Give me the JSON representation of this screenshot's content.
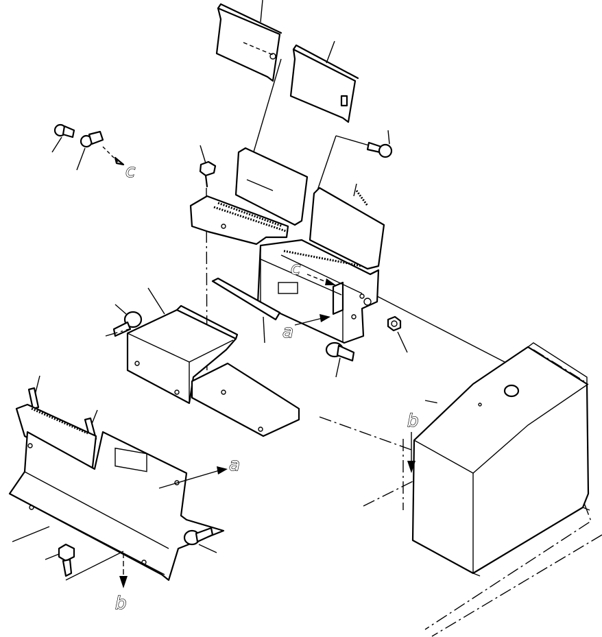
{
  "labels": {
    "a_arrow_left": "a",
    "a_arrow_right": "a",
    "b_arrow_bottom": "b",
    "b_arrow_right": "b",
    "c_arrow_top": "c",
    "c_arrow_mid": "c"
  }
}
